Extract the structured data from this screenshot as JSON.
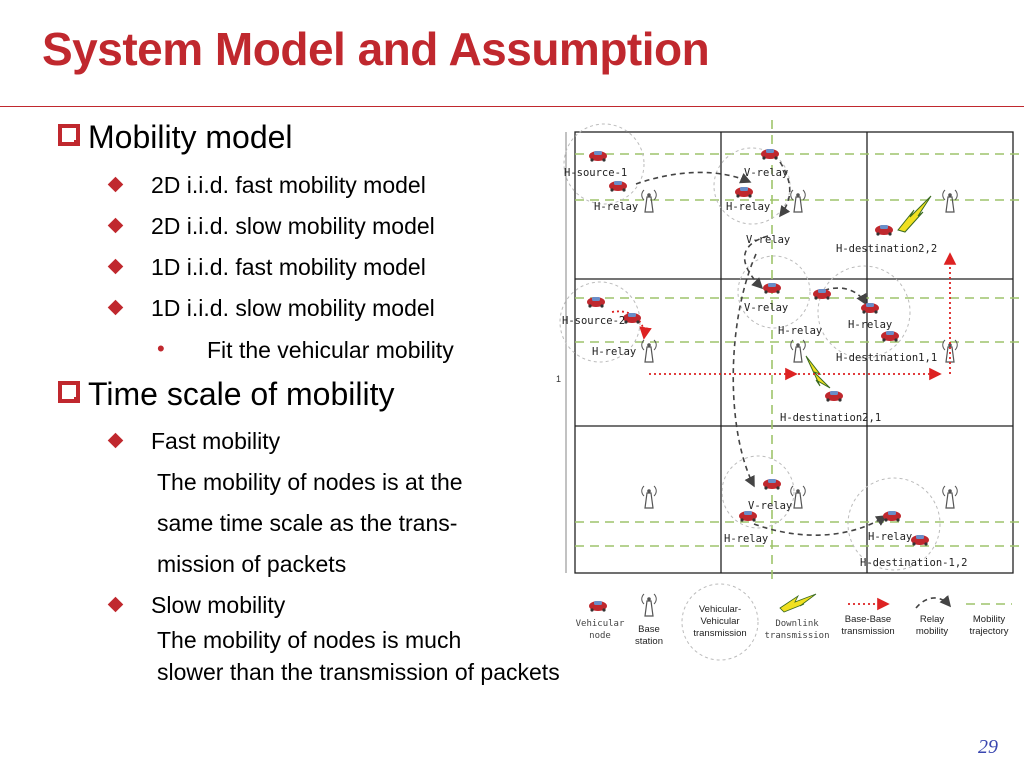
{
  "slide": {
    "title": "System Model and Assumption",
    "page_number": "29",
    "accent_color": "#c0282e"
  },
  "bullets": {
    "mobility_model": "Mobility model",
    "items": [
      "2D i.i.d. fast mobility model",
      "2D i.i.d. slow mobility model",
      "1D i.i.d. fast mobility model",
      "1D i.i.d. slow mobility model"
    ],
    "sub_item": "Fit the vehicular mobility",
    "time_scale": "Time scale of mobility",
    "fast_label": "Fast mobility",
    "fast_desc": [
      "The mobility of nodes is at  the",
      "same time scale as the trans-",
      "mission of packets"
    ],
    "slow_label": "Slow mobility",
    "slow_desc": [
      "The mobility of nodes is much",
      "slower than the transmission of packets"
    ]
  },
  "figure": {
    "axis_label": "1",
    "labels": {
      "h_source_1": "H-source-1",
      "h_relay_a": "H-relay",
      "v_relay_a": "V-relay",
      "h_relay_b": "H-relay",
      "v_relay_b": "V-relay",
      "h_dest_22": "H-destination2,2",
      "h_source_2": "H-source-2",
      "h_relay_c": "H-relay",
      "v_relay_c": "V-relay",
      "h_relay_d": "H-relay",
      "h_relay_e": "H-relay",
      "h_dest_11": "H-destination1,1",
      "h_dest_21": "H-destination2,1",
      "v_relay_d": "V-relay",
      "h_relay_f": "H-relay",
      "h_relay_g": "H-relay",
      "h_dest_12": "H-destination-1,2"
    },
    "legend": {
      "vehicular_node": [
        "Vehicular",
        "node"
      ],
      "base_station": [
        "Base",
        "station"
      ],
      "v2v": [
        "Vehicular-",
        "Vehicular",
        "transmission"
      ],
      "downlink": [
        "Downlink",
        "transmission"
      ],
      "base_base": [
        "Base-Base",
        "transmission"
      ],
      "relay_mobility": [
        "Relay",
        "mobility"
      ],
      "mobility_trajectory": [
        "Mobility",
        "trajectory"
      ]
    }
  }
}
